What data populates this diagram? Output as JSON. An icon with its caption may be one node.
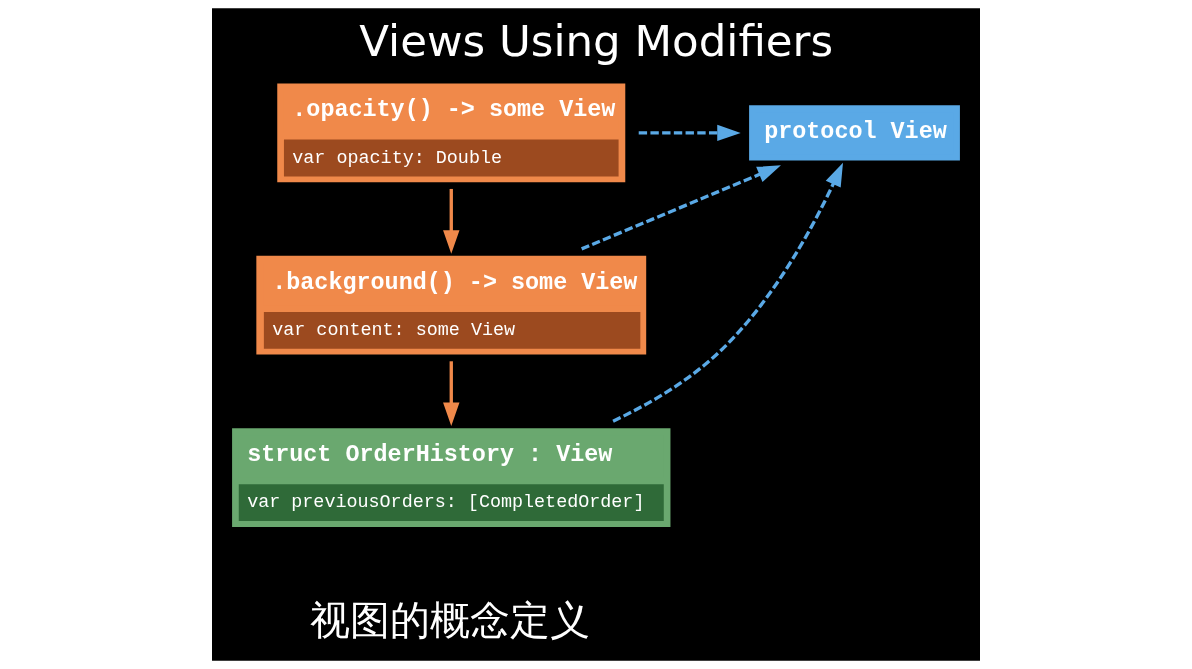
{
  "diagram": {
    "title": "Views Using Modifiers",
    "caption": "视图的概念定义",
    "nodes": [
      {
        "text": [
          ".opacity() -> some View",
          "var opacity: Double"
        ]
      },
      {
        "text": [
          ".background() -> some View",
          "var content: some View"
        ]
      },
      {
        "text": [
          "struct OrderHistory : View",
          "var previousOrders: [CompletedOrder]"
        ]
      },
      {
        "text": [
          "protocol View"
        ]
      }
    ],
    "edges": [
      {
        "from": 0,
        "to": 1,
        "arrow": "to",
        "color": "#f0894a"
      },
      {
        "from": 1,
        "to": 2,
        "arrow": "to",
        "color": "#f0894a"
      },
      {
        "from": 0,
        "to": 3,
        "arrow": "to",
        "style": "dashed"
      },
      {
        "from": 1,
        "to": 3,
        "arrow": "to",
        "style": "dashed"
      },
      {
        "from": 2,
        "to": 3,
        "arrow": "to",
        "style": "dashed"
      }
    ]
  }
}
